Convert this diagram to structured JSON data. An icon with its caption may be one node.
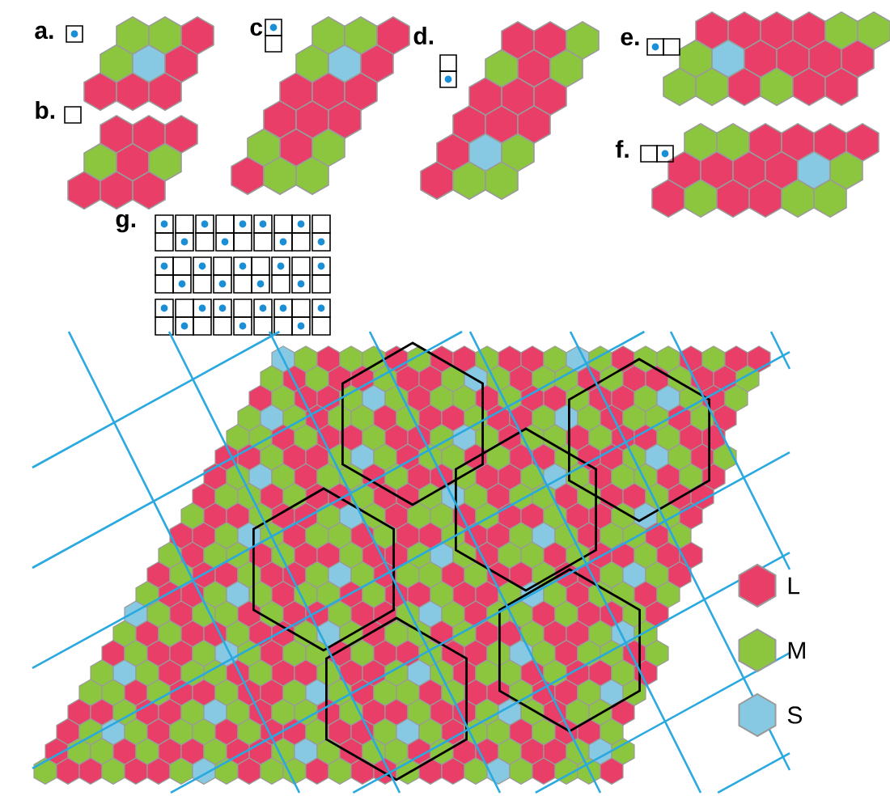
{
  "diagram": {
    "labels": [
      "a.",
      "c",
      "d.",
      "e.",
      "b.",
      "f.",
      "g."
    ],
    "legend": [
      {
        "text": "L",
        "color": "#e83e67"
      },
      {
        "text": "M",
        "color": "#8cc63e"
      },
      {
        "text": "S",
        "color": "#87c9e2"
      }
    ]
  }
}
